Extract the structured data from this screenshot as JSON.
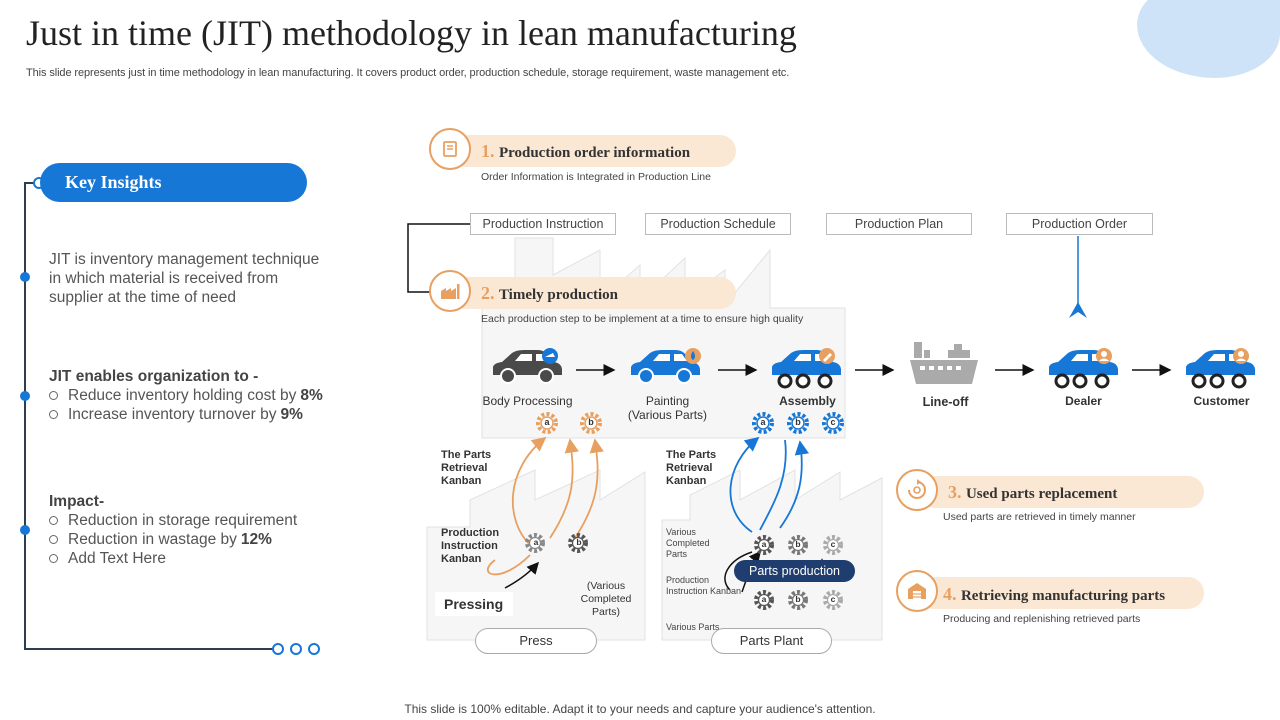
{
  "header": {
    "title": "Just in time (JIT) methodology in lean manufacturing",
    "subtitle": "This slide represents just in time methodology in lean manufacturing. It covers product order, production schedule, storage requirement, waste management etc."
  },
  "left": {
    "badge": "Key Insights",
    "intro": "JIT is inventory management technique in which material is received from supplier at the time of need",
    "enables_title": "JIT enables organization to -",
    "enables_items": [
      {
        "text": "Reduce inventory  holding cost by ",
        "value": "8%"
      },
      {
        "text": "Increase inventory  turnover  by ",
        "value": "9%"
      }
    ],
    "impact_title": "Impact-",
    "impact_items": [
      {
        "text": "Reduction in storage requirement",
        "value": ""
      },
      {
        "text": "Reduction in wastage by ",
        "value": "12%"
      },
      {
        "text": "Add Text Here",
        "value": ""
      }
    ]
  },
  "steps": [
    {
      "num": "1.",
      "title": "Production order information",
      "desc": "Order Information is Integrated in Production Line",
      "icon": "book-icon"
    },
    {
      "num": "2.",
      "title": "Timely production",
      "desc": "Each production step to be implement  at a time to ensure high quality",
      "icon": "factory-icon"
    },
    {
      "num": "3.",
      "title": "Used parts replacement",
      "desc": "Used parts are retrieved in timely manner",
      "icon": "recycle-icon"
    },
    {
      "num": "4.",
      "title": "Retrieving manufacturing parts",
      "desc": "Producing and replenishing retrieved parts",
      "icon": "warehouse-icon"
    }
  ],
  "tags": [
    "Production Instruction",
    "Production Schedule",
    "Production Plan",
    "Production Order"
  ],
  "flow": {
    "body": "Body Processing",
    "painting": "Painting",
    "painting_sub": "(Various Parts)",
    "assembly": "Assembly",
    "lineoff": "Line-off",
    "dealer": "Dealer",
    "customer": "Customer"
  },
  "press": {
    "kanban_label": "The Parts Retrieval Kanban",
    "instruction_kanban": "Production Instruction Kanban",
    "pressing": "Pressing",
    "completed": "(Various Completed Parts)",
    "pill": "Press"
  },
  "plant": {
    "kanban_label": "The Parts Retrieval Kanban",
    "various_completed": "Various Completed Parts",
    "instruction_kanban": "Production Instruction Kanban",
    "various_parts": "Various Parts",
    "parts_production": "Parts production",
    "pill": "Parts Plant"
  },
  "gear_letters": {
    "a": "a",
    "b": "b",
    "c": "c"
  },
  "colors": {
    "accent": "#1677d6",
    "orange": "#e8a060",
    "navy": "#1f3d6e",
    "peach": "#fbe8d4"
  },
  "footer": "This slide is 100% editable. Adapt it to your needs and capture your audience's attention."
}
